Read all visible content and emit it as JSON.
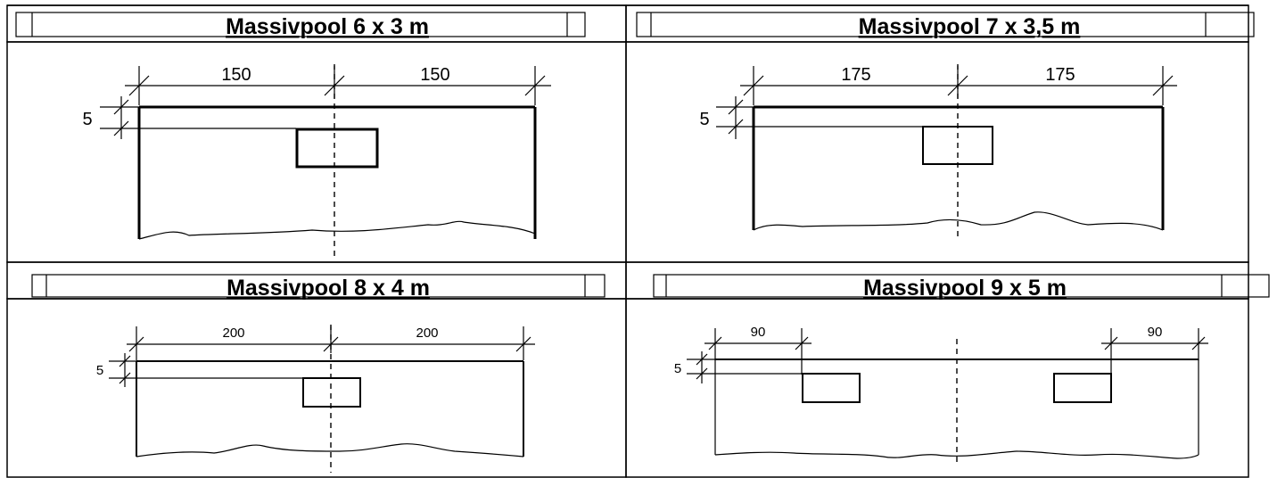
{
  "panels": [
    {
      "title": "Massivpool 6 x 3 m",
      "dim_left": "150",
      "dim_right": "150",
      "dim_depth": "5"
    },
    {
      "title": "Massivpool 7 x 3,5 m",
      "dim_left": "175",
      "dim_right": "175",
      "dim_depth": "5"
    },
    {
      "title": "Massivpool 8 x 4 m",
      "dim_left": "200",
      "dim_right": "200",
      "dim_depth": "5"
    },
    {
      "title": "Massivpool 9 x 5 m",
      "dim_left": "90",
      "dim_right": "90",
      "dim_depth": "5"
    }
  ]
}
